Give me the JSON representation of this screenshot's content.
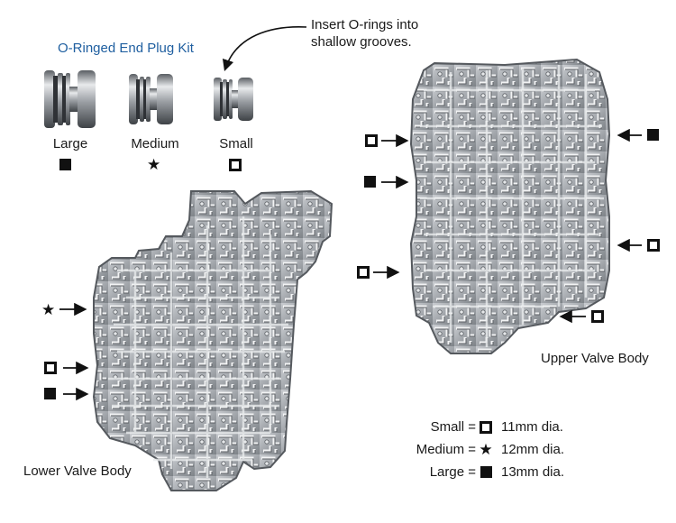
{
  "kit": {
    "title": "O-Ringed End Plug Kit",
    "plugs": [
      {
        "label": "Large",
        "symbol": "filled-square"
      },
      {
        "label": "Medium",
        "symbol": "star"
      },
      {
        "label": "Small",
        "symbol": "hollow-square"
      }
    ]
  },
  "note": {
    "line1": "Insert O-rings into",
    "line2": "shallow grooves."
  },
  "lower_valve_body": {
    "label": "Lower Valve Body",
    "markers": [
      "star",
      "hollow-square",
      "filled-square"
    ]
  },
  "upper_valve_body": {
    "label": "Upper Valve Body",
    "markers": [
      "hollow-square",
      "filled-square",
      "hollow-square",
      "filled-square",
      "hollow-square",
      "hollow-square"
    ]
  },
  "legend": [
    {
      "size": "Small =",
      "symbol": "hollow-square",
      "dia": "11mm dia."
    },
    {
      "size": "Medium =",
      "symbol": "star",
      "dia": "12mm dia."
    },
    {
      "size": "Large =",
      "symbol": "filled-square",
      "dia": "13mm dia."
    }
  ],
  "colors": {
    "title_blue": "#1f5fa0",
    "metal": "#a9adb2",
    "metal_dark": "#6f7479",
    "metal_light": "#e2e4e6"
  }
}
